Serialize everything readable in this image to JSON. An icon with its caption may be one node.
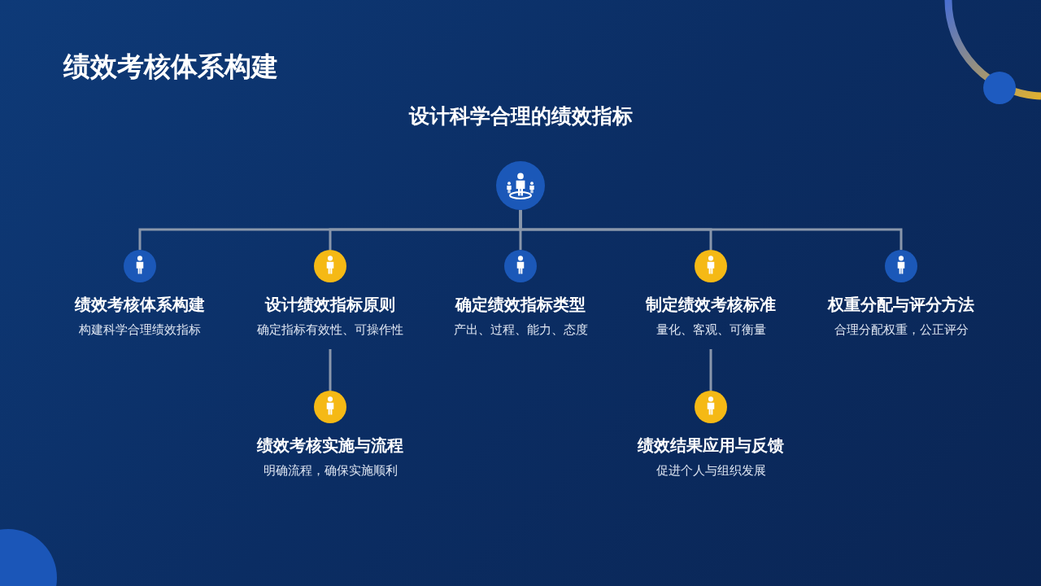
{
  "diagram": {
    "title": "绩效考核体系构建",
    "nodes": [
      {
        "text": [],
        "shape": "circle"
      },
      {
        "text": [
          "绩效考核体系构建",
          "构建科学合理绩效指标"
        ]
      },
      {
        "text": [
          "设计绩效指标原则",
          "确定指标有效性、可操作性"
        ]
      },
      {
        "text": [
          "确定绩效指标类型",
          "产出、过程、能力、态度"
        ]
      },
      {
        "text": [
          "制定绩效考核标准",
          "量化、客观、可衡量"
        ]
      },
      {
        "text": [
          "权重分配与评分方法",
          "合理分配权重，公正评分"
        ]
      },
      {
        "text": [
          "绩效考核实施与流程",
          "明确流程，确保实施顺利"
        ]
      },
      {
        "text": [
          "绩效结果应用与反馈",
          "促进个人与组织发展"
        ]
      }
    ],
    "edges": [
      {
        "from": 0,
        "to": 1,
        "arrow": "none"
      },
      {
        "from": 0,
        "to": 2,
        "arrow": "none"
      },
      {
        "from": 0,
        "to": 3,
        "arrow": "none"
      },
      {
        "from": 0,
        "to": 4,
        "arrow": "none"
      },
      {
        "from": 0,
        "to": 5,
        "arrow": "none"
      },
      {
        "from": 2,
        "to": 6,
        "arrow": "none"
      },
      {
        "from": 4,
        "to": 7,
        "arrow": "none"
      }
    ],
    "labels": [
      "设计科学合理的绩效指标"
    ]
  }
}
